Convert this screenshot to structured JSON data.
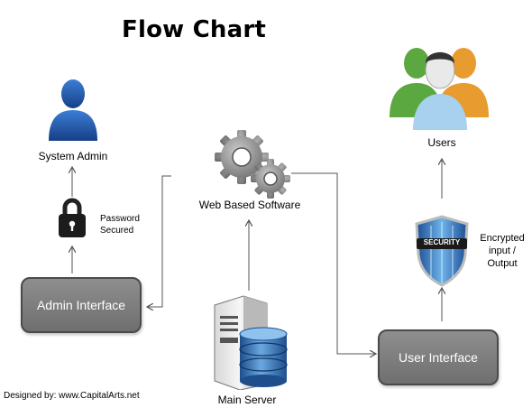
{
  "title": "Flow Chart",
  "nodes": {
    "system_admin": "System Admin",
    "password": [
      "Password",
      "Secured"
    ],
    "admin_interface": "Admin Interface",
    "web_software": "Web Based Software",
    "main_server": "Main Server",
    "user_interface": "User Interface",
    "encrypted": [
      "Encrypted",
      "input /",
      "Output"
    ],
    "users": "Users",
    "shield_text": "SECURITY"
  },
  "credit": "Designed by: www.CapitalArts.net",
  "colors": {
    "box_fill": "#7f7f7f",
    "box_border": "#4a4a4a",
    "admin_icon": "#1f4f9e",
    "users": [
      "#6ab04c",
      "#e8a63a",
      "#4ea3d8"
    ]
  },
  "icons": [
    "admin-person-icon",
    "padlock-icon",
    "gears-icon",
    "server-icon",
    "security-shield-icon",
    "users-group-icon"
  ]
}
